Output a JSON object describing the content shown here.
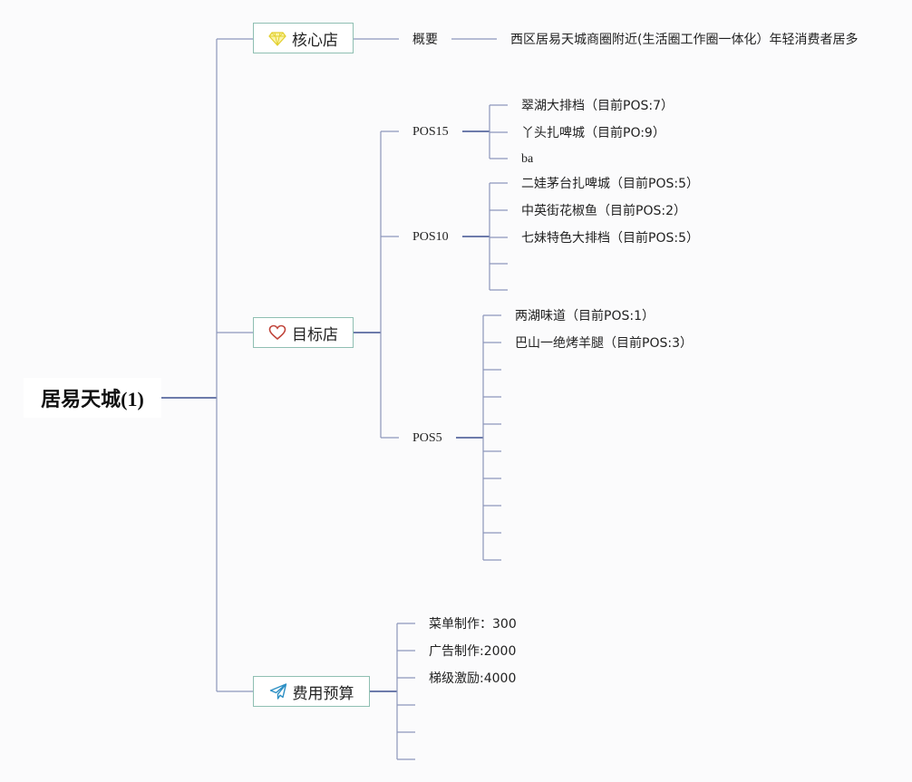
{
  "root": {
    "title": "居易天城(1)"
  },
  "branches": {
    "core": {
      "label": "核心店",
      "icon": "diamond-icon",
      "overview_label": "概要",
      "overview_text": "西区居易天城商圈附近(生活圈工作圈一体化）年轻消费者居多"
    },
    "target": {
      "label": "目标店",
      "icon": "heart-icon",
      "groups": [
        {
          "label": "POS15",
          "items": [
            "翠湖大排档（目前POS:7）",
            "丫头扎啤城（目前PO:9）",
            "ba"
          ]
        },
        {
          "label": "POS10",
          "items": [
            "二娃茅台扎啤城（目前POS:5）",
            "中英街花椒鱼（目前POS:2）",
            "七妹特色大排档（目前POS:5）",
            "",
            ""
          ]
        },
        {
          "label": "POS5",
          "items": [
            "两湖味道（目前POS:1）",
            "巴山一绝烤羊腿（目前POS:3）",
            "",
            "",
            "",
            "",
            "",
            "",
            "",
            ""
          ]
        }
      ]
    },
    "budget": {
      "label": "费用预算",
      "icon": "paper-plane-icon",
      "items": [
        "菜单制作：300",
        "广告制作:2000",
        "梯级激励:4000",
        "",
        "",
        ""
      ]
    }
  },
  "colors": {
    "line": "#8c96bb",
    "line_dark": "#3e5190",
    "node_border": "#8fbfb2",
    "diamond": "#f2e24a",
    "heart": "#c0443a",
    "plane": "#2c8fc4"
  }
}
